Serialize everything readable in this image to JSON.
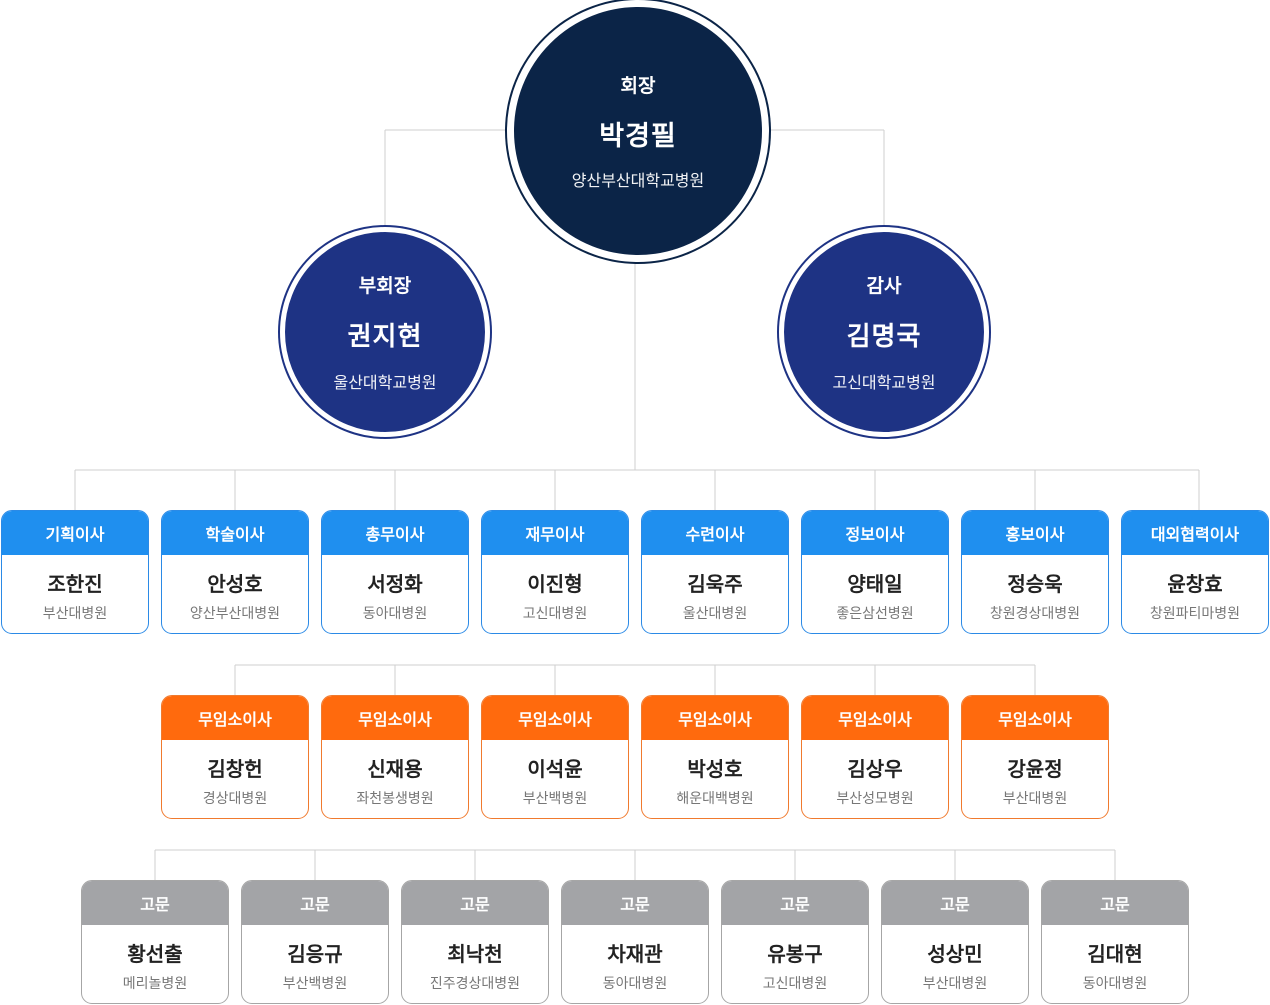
{
  "president": {
    "role": "회장",
    "name": "박경필",
    "org": "양산부산대학교병원"
  },
  "vice_president": {
    "role": "부회장",
    "name": "권지현",
    "org": "울산대학교병원"
  },
  "auditor": {
    "role": "감사",
    "name": "김명국",
    "org": "고신대학교병원"
  },
  "directors": [
    {
      "role": "기획이사",
      "name": "조한진",
      "org": "부산대병원"
    },
    {
      "role": "학술이사",
      "name": "안성호",
      "org": "양산부산대병원"
    },
    {
      "role": "총무이사",
      "name": "서정화",
      "org": "동아대병원"
    },
    {
      "role": "재무이사",
      "name": "이진형",
      "org": "고신대병원"
    },
    {
      "role": "수련이사",
      "name": "김욱주",
      "org": "울산대병원"
    },
    {
      "role": "정보이사",
      "name": "양태일",
      "org": "좋은삼선병원"
    },
    {
      "role": "홍보이사",
      "name": "정승욱",
      "org": "창원경상대병원"
    },
    {
      "role": "대외협력이사",
      "name": "윤창효",
      "org": "창원파티마병원"
    }
  ],
  "non_portfolio": [
    {
      "role": "무임소이사",
      "name": "김창헌",
      "org": "경상대병원"
    },
    {
      "role": "무임소이사",
      "name": "신재용",
      "org": "좌천봉생병원"
    },
    {
      "role": "무임소이사",
      "name": "이석윤",
      "org": "부산백병원"
    },
    {
      "role": "무임소이사",
      "name": "박성호",
      "org": "해운대백병원"
    },
    {
      "role": "무임소이사",
      "name": "김상우",
      "org": "부산성모병원"
    },
    {
      "role": "무임소이사",
      "name": "강윤정",
      "org": "부산대병원"
    }
  ],
  "advisors": [
    {
      "role": "고문",
      "name": "황선출",
      "org": "메리놀병원"
    },
    {
      "role": "고문",
      "name": "김응규",
      "org": "부산백병원"
    },
    {
      "role": "고문",
      "name": "최낙천",
      "org": "진주경상대병원"
    },
    {
      "role": "고문",
      "name": "차재관",
      "org": "동아대병원"
    },
    {
      "role": "고문",
      "name": "유봉구",
      "org": "고신대병원"
    },
    {
      "role": "고문",
      "name": "성상민",
      "org": "부산대병원"
    },
    {
      "role": "고문",
      "name": "김대현",
      "org": "동아대병원"
    }
  ],
  "colors": {
    "president": "#0b2447",
    "officer": "#1e3384",
    "director": "#1f8fef",
    "non_portfolio": "#ff6a0d",
    "advisor": "#a3a4a7"
  }
}
